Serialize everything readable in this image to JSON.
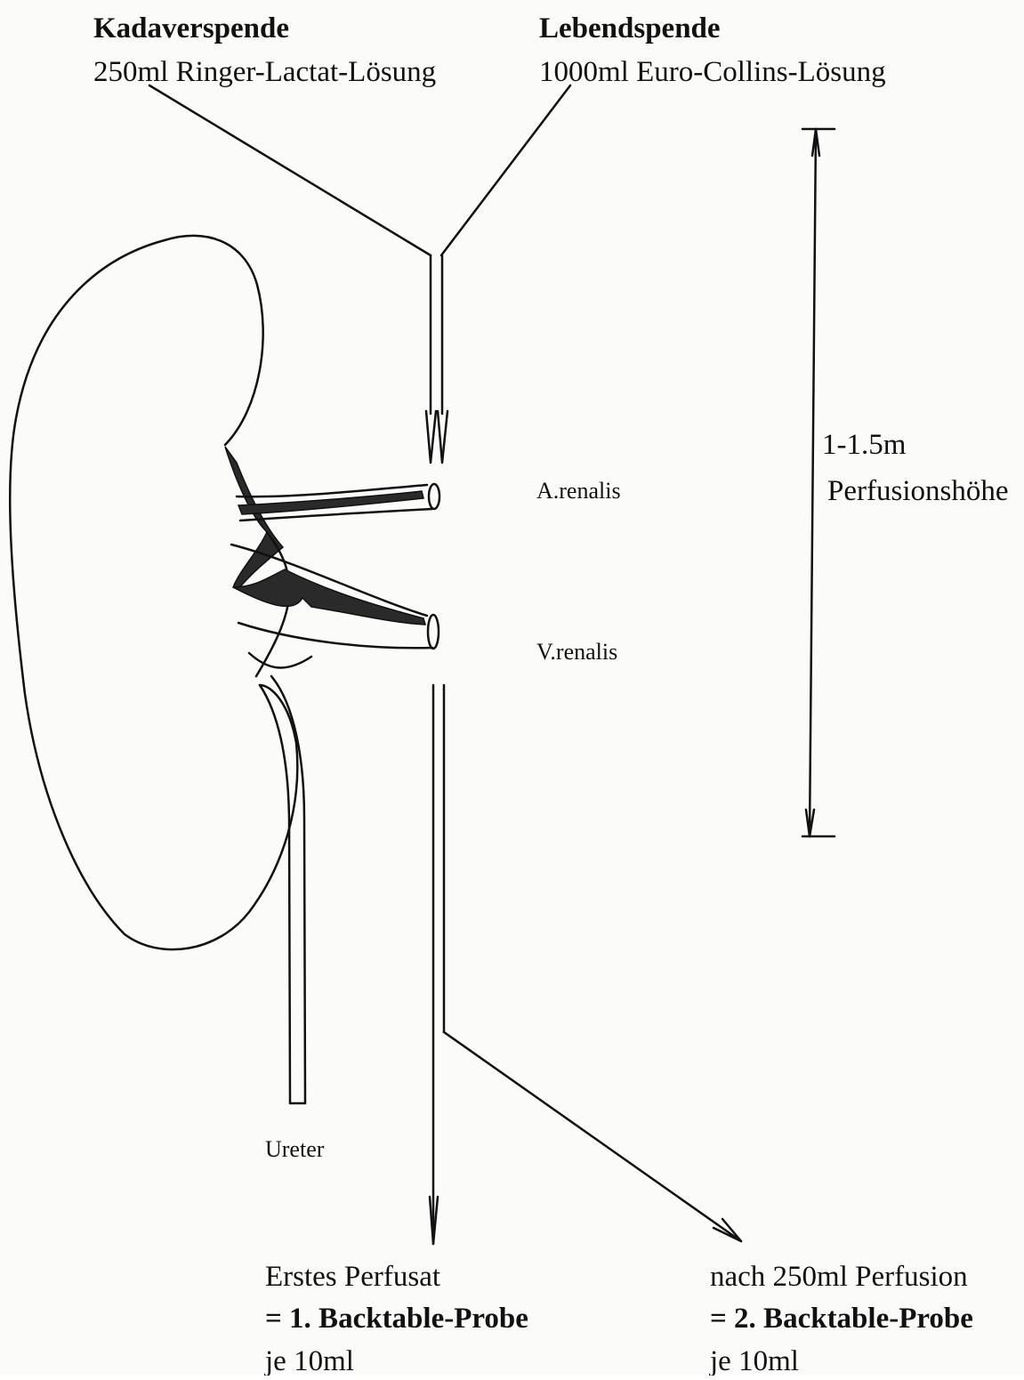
{
  "top": {
    "left_title": "Kadaverspende",
    "left_solution": "250ml Ringer-Lactat-Lösung",
    "right_title": "Lebendspende",
    "right_solution": "1000ml Euro-Collins-Lösung"
  },
  "labels": {
    "artery": "A.renalis",
    "vein": "V.renalis",
    "ureter": "Ureter"
  },
  "height": {
    "value": "1-1.5m",
    "label": "Perfusionshöhe"
  },
  "bottom": {
    "left_line1": "Erstes Perfusat",
    "left_line2": "= 1. Backtable-Probe",
    "left_line3": "je 10ml",
    "right_line1": "nach 250ml Perfusion",
    "right_line2": "= 2. Backtable-Probe",
    "right_line3": "je 10ml"
  }
}
